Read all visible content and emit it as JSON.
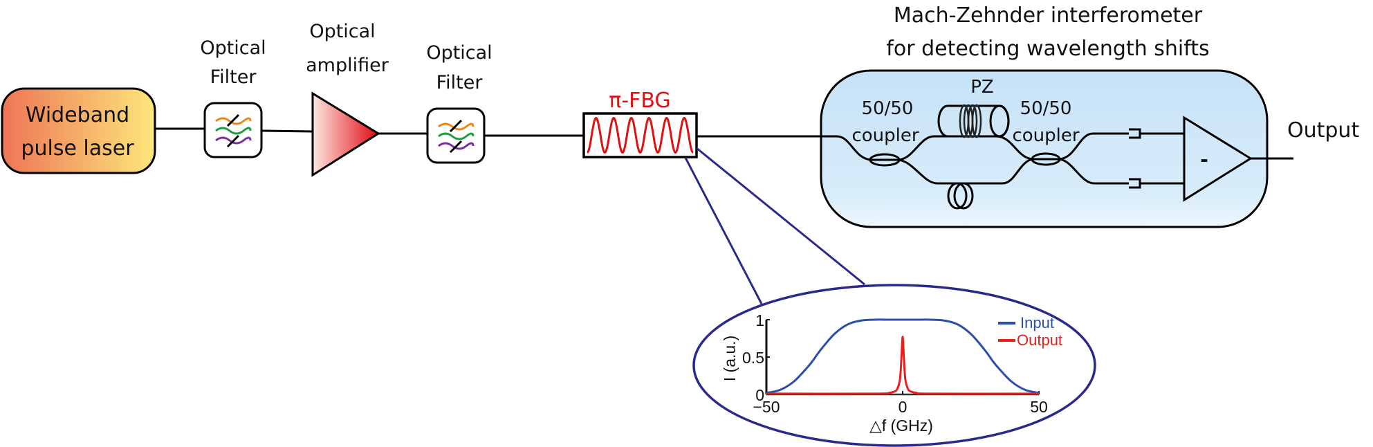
{
  "diagram": {
    "source": {
      "label_lines": [
        "Wideband",
        "pulse laser"
      ],
      "gradient": [
        "#ee7556",
        "#fde77a"
      ]
    },
    "filter1": {
      "label_lines": [
        "Optical",
        "Filter"
      ]
    },
    "amplifier": {
      "label_lines": [
        "Optical",
        "amplifier"
      ],
      "gradient": [
        "#fde8e0",
        "#e00a14"
      ]
    },
    "filter2": {
      "label_lines": [
        "Optical",
        "Filter"
      ]
    },
    "filter_wave_colors": [
      "#f0861a",
      "#1e9e3c",
      "#7a2fa0"
    ],
    "fbg": {
      "label": "π-FBG",
      "color": "#e01010"
    },
    "mzi": {
      "title_lines": [
        "Mach-Zehnder interferometer",
        "for detecting wavelength shifts"
      ],
      "background": [
        "#c6e2f7",
        "#eef7fd"
      ],
      "coupler_left_lines": [
        "50/50",
        "coupler"
      ],
      "coupler_right_lines": [
        "50/50",
        "coupler"
      ],
      "pz_label": "PZ",
      "diff_amp_sign": "-"
    },
    "output_label": "Output",
    "zoom_line_color": "#2a2a8a"
  },
  "chart_data": {
    "type": "line",
    "title": "",
    "xlabel": "△f (GHz)",
    "ylabel": "I (a.u.)",
    "xlim": [
      -50,
      50
    ],
    "ylim": [
      0,
      1
    ],
    "xticks": [
      -50,
      0,
      50
    ],
    "xtick_labels": [
      "−50",
      "0",
      "50"
    ],
    "yticks": [
      0,
      0.5,
      1
    ],
    "ytick_labels": [
      "0",
      "0.5",
      "1"
    ],
    "grid": false,
    "legend": {
      "placement": "top-right"
    },
    "series": [
      {
        "name": "Input",
        "color": "#2b4fa8",
        "x": [
          -50,
          -45,
          -40,
          -35,
          -33,
          -30,
          -25,
          -20,
          -15,
          -10,
          -5,
          0,
          5,
          10,
          15,
          20,
          25,
          30,
          33,
          35,
          40,
          45,
          50
        ],
        "y": [
          0.02,
          0.06,
          0.17,
          0.36,
          0.45,
          0.6,
          0.81,
          0.94,
          0.99,
          1.0,
          1.0,
          1.0,
          1.0,
          1.0,
          0.99,
          0.94,
          0.81,
          0.6,
          0.45,
          0.36,
          0.17,
          0.06,
          0.02
        ]
      },
      {
        "name": "Output",
        "color": "#e8201c",
        "x": [
          -50,
          -10,
          -5,
          -3,
          -2,
          -1,
          -0.5,
          0,
          0.5,
          1,
          2,
          3,
          5,
          10,
          50
        ],
        "y": [
          0.01,
          0.01,
          0.02,
          0.04,
          0.07,
          0.2,
          0.45,
          0.77,
          0.45,
          0.2,
          0.07,
          0.04,
          0.02,
          0.01,
          0.01
        ]
      }
    ]
  }
}
